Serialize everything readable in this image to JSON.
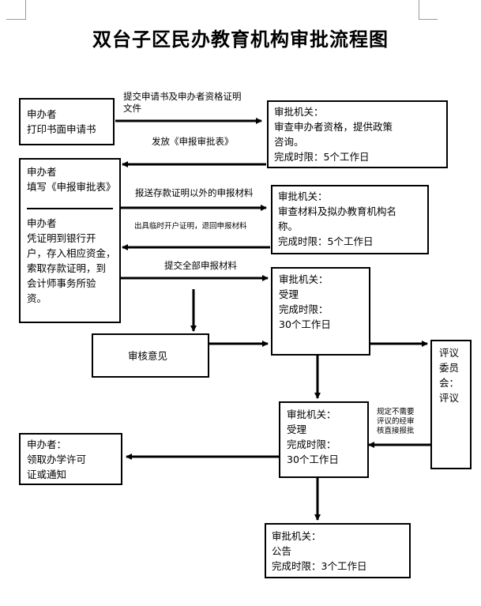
{
  "title": "双台子区民办教育机构审批流程图",
  "nodes": {
    "applicant1": [
      "申办者",
      "打印书面申请书"
    ],
    "authority1": [
      "审批机关：",
      "审查申办者资格，提供政策",
      "咨询。",
      "完成时限：5个工作日"
    ],
    "applicant2": [
      "申办者",
      "填写《申报审批表》"
    ],
    "applicant3": [
      "申办者",
      "凭证明到银行开",
      "户，存入相应资金，",
      "索取存款证明，到",
      "会计师事务所验",
      "资。"
    ],
    "authority2": [
      "审批机关：",
      "审查材料及拟办教育机构名",
      "称。",
      "完成时限：5个工作日"
    ],
    "authority3": [
      "审批机关：",
      "受理",
      "完成时限：",
      "30个工作日"
    ],
    "review_opinion": "审核意见",
    "committee": [
      "评议",
      "委员",
      "会：",
      "评议"
    ],
    "authority4": [
      "审批机关：",
      "受理",
      "完成时限：",
      "30个工作日"
    ],
    "applicant4": [
      "申办者：",
      "领取办学许可",
      "证或通知"
    ],
    "authority5": [
      "审批机关：",
      "公告",
      "完成时限：3个工作日"
    ]
  },
  "edges": {
    "submit_application": [
      "提交申请书及申办者资格证明",
      "文件"
    ],
    "issue_form": "发放《申报审批表》",
    "submit_materials": "报送存款证明以外的申报材料",
    "issue_certificate": "出具临时开户证明，退回申报材料",
    "submit_all": "提交全部申报材料",
    "direct_report": [
      "规定不需要",
      "评议的经审",
      "核直接报批"
    ]
  }
}
